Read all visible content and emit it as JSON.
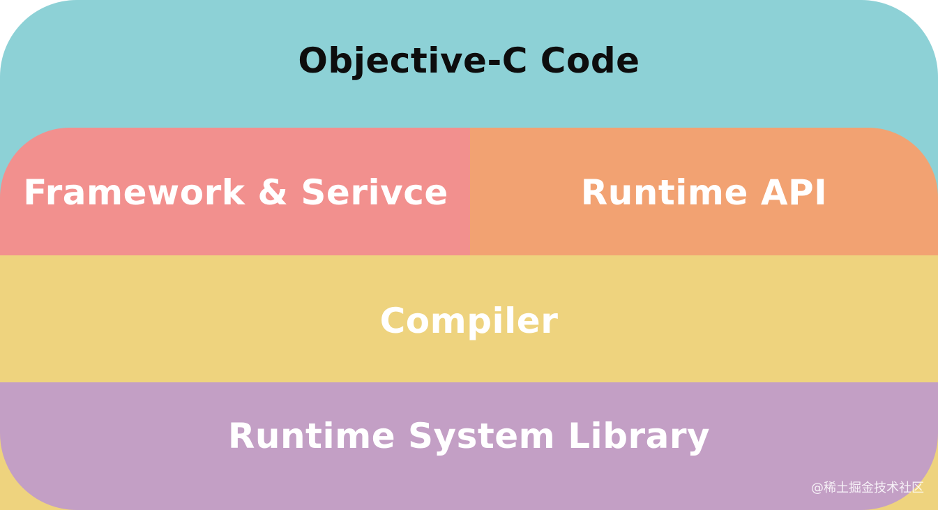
{
  "layers": {
    "objc": {
      "label": "Objective-C Code",
      "color": "#8dd1d6"
    },
    "framework": {
      "label": "Framework & Serivce",
      "color": "#f2908e"
    },
    "runtime_api": {
      "label": "Runtime API",
      "color": "#f2a272"
    },
    "compiler": {
      "label": "Compiler",
      "color": "#eed37e"
    },
    "runtime_system_library": {
      "label": "Runtime System Library",
      "color": "#c39fc5"
    }
  },
  "watermark": "@稀土掘金技术社区"
}
